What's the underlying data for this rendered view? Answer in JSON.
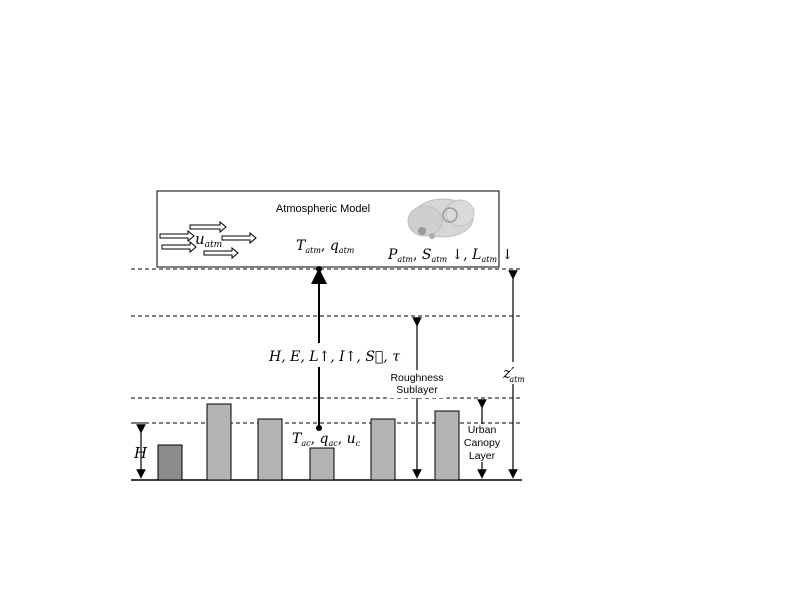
{
  "diagram": {
    "atmospheric_model": {
      "title": "Atmospheric Model",
      "wind_label": "u",
      "wind_sub": "atm",
      "state_T": "T",
      "state_T_sub": "atm",
      "state_q": "q",
      "state_q_sub": "atm",
      "forcing_P": "P",
      "forcing_P_sub": "atm",
      "forcing_S": "S",
      "forcing_S_sub": "atm",
      "forcing_L": "L",
      "forcing_L_sub": "atm"
    },
    "fluxes_label": "H, E, L↑, I↑, S⃗, τ",
    "canopy_vars": {
      "T": "T",
      "T_sub": "ac",
      "q": "q",
      "q_sub": "ac",
      "u": "u",
      "u_sub": "c"
    },
    "height_label": "H",
    "roughness_label_1": "Roughness",
    "roughness_label_2": "Sublayer",
    "canopy_label_1": "Urban",
    "canopy_label_2": "Canopy",
    "canopy_label_3": "Layer",
    "z_label": "z′",
    "z_sub": "atm",
    "colors": {
      "building": "#b4b4b4",
      "building_dark": "#8c8c8c",
      "line": "#000000"
    }
  }
}
